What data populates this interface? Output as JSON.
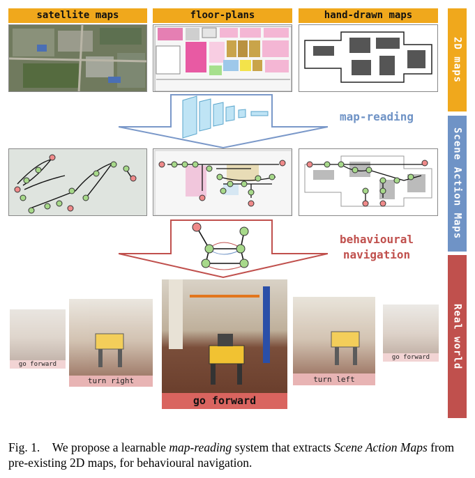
{
  "headers": {
    "satellite": "satellite maps",
    "floorplans": "floor-plans",
    "handdrawn": "hand-drawn maps"
  },
  "side_labels": {
    "maps2d": "2D maps",
    "scene_action": "Scene Action Maps",
    "real_world": "Real world"
  },
  "stages": {
    "map_reading": "map-reading",
    "behavioural_line1": "behavioural",
    "behavioural_line2": "navigation"
  },
  "actions": {
    "far_left": "go forward",
    "left": "turn right",
    "center": "go forward",
    "right": "turn left",
    "far_right": "go forward"
  },
  "caption": {
    "fig": "Fig. 1.",
    "part1": "We propose a learnable ",
    "em1": "map-reading",
    "part2": " system that extracts ",
    "em2": "Scene Action Maps",
    "part3": " from pre-existing 2D maps, for behavioural navigation."
  },
  "colors": {
    "orange": "#f0a81c",
    "blue": "#6f93c6",
    "red": "#c0504d",
    "node_green": "#a7d98a",
    "node_red": "#ef8a8a"
  }
}
